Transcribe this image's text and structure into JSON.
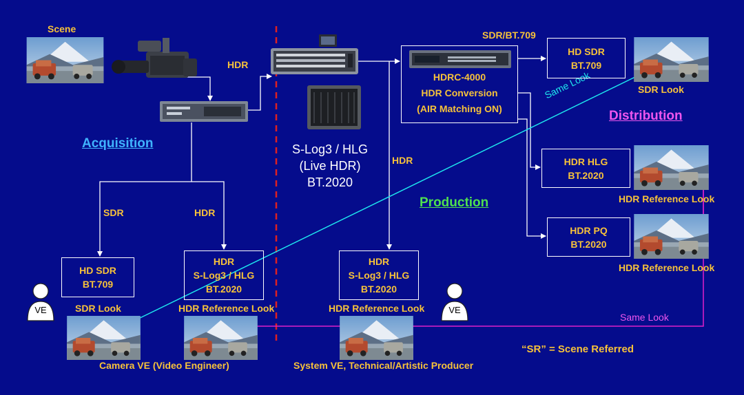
{
  "sections": {
    "acquisition": "Acquisition",
    "production": "Production",
    "distribution": "Distribution"
  },
  "labels": {
    "scene": "Scene",
    "hdr_camera": "HDR",
    "sdr_branch": "SDR",
    "hdr_branch": "HDR",
    "hdr_production": "HDR",
    "sdr_bt709_top": "SDR/BT.709",
    "sdr_look_left": "SDR Look",
    "hdr_ref_look_left": "HDR Reference Look",
    "hdr_ref_look_mid": "HDR Reference Look",
    "sdr_look_right": "SDR Look",
    "hdr_ref_look_right1": "HDR Reference Look",
    "hdr_ref_look_right2": "HDR Reference Look",
    "same_look_diag": "Same Look",
    "same_look_bottom": "Same Look",
    "camera_ve": "Camera VE (Video Engineer)",
    "system_ve": "System VE, Technical/Artistic Producer",
    "sr_note": "“SR” = Scene Referred",
    "ve_left": "VE",
    "ve_mid": "VE"
  },
  "switcher_text": [
    "S-Log3 / HLG",
    "(Live HDR)",
    "BT.2020"
  ],
  "boxes": {
    "hd_sdr_left": [
      "HD SDR",
      "BT.709"
    ],
    "hdr_slog_left": [
      "HDR",
      "S-Log3 / HLG",
      "BT.2020"
    ],
    "hdr_slog_mid": [
      "HDR",
      "S-Log3 / HLG",
      "BT.2020"
    ],
    "hdrc": [
      "HDRC-4000",
      "HDR Conversion",
      "(AIR Matching ON)"
    ],
    "hd_sdr_right": [
      "HD SDR",
      "BT.709"
    ],
    "hdr_hlg": [
      "HDR  HLG",
      "BT.2020"
    ],
    "hdr_pq": [
      "HDR PQ",
      "BT.2020"
    ]
  },
  "colors": {
    "background": "#050c8c",
    "label": "#f7c23a",
    "acquisition": "#3fb3ff",
    "production": "#4fe04f",
    "distribution": "#ee55ee",
    "same_look_cyan": "#1ee6ee",
    "same_look_magenta": "#e020c8",
    "divider": "#e02020"
  }
}
